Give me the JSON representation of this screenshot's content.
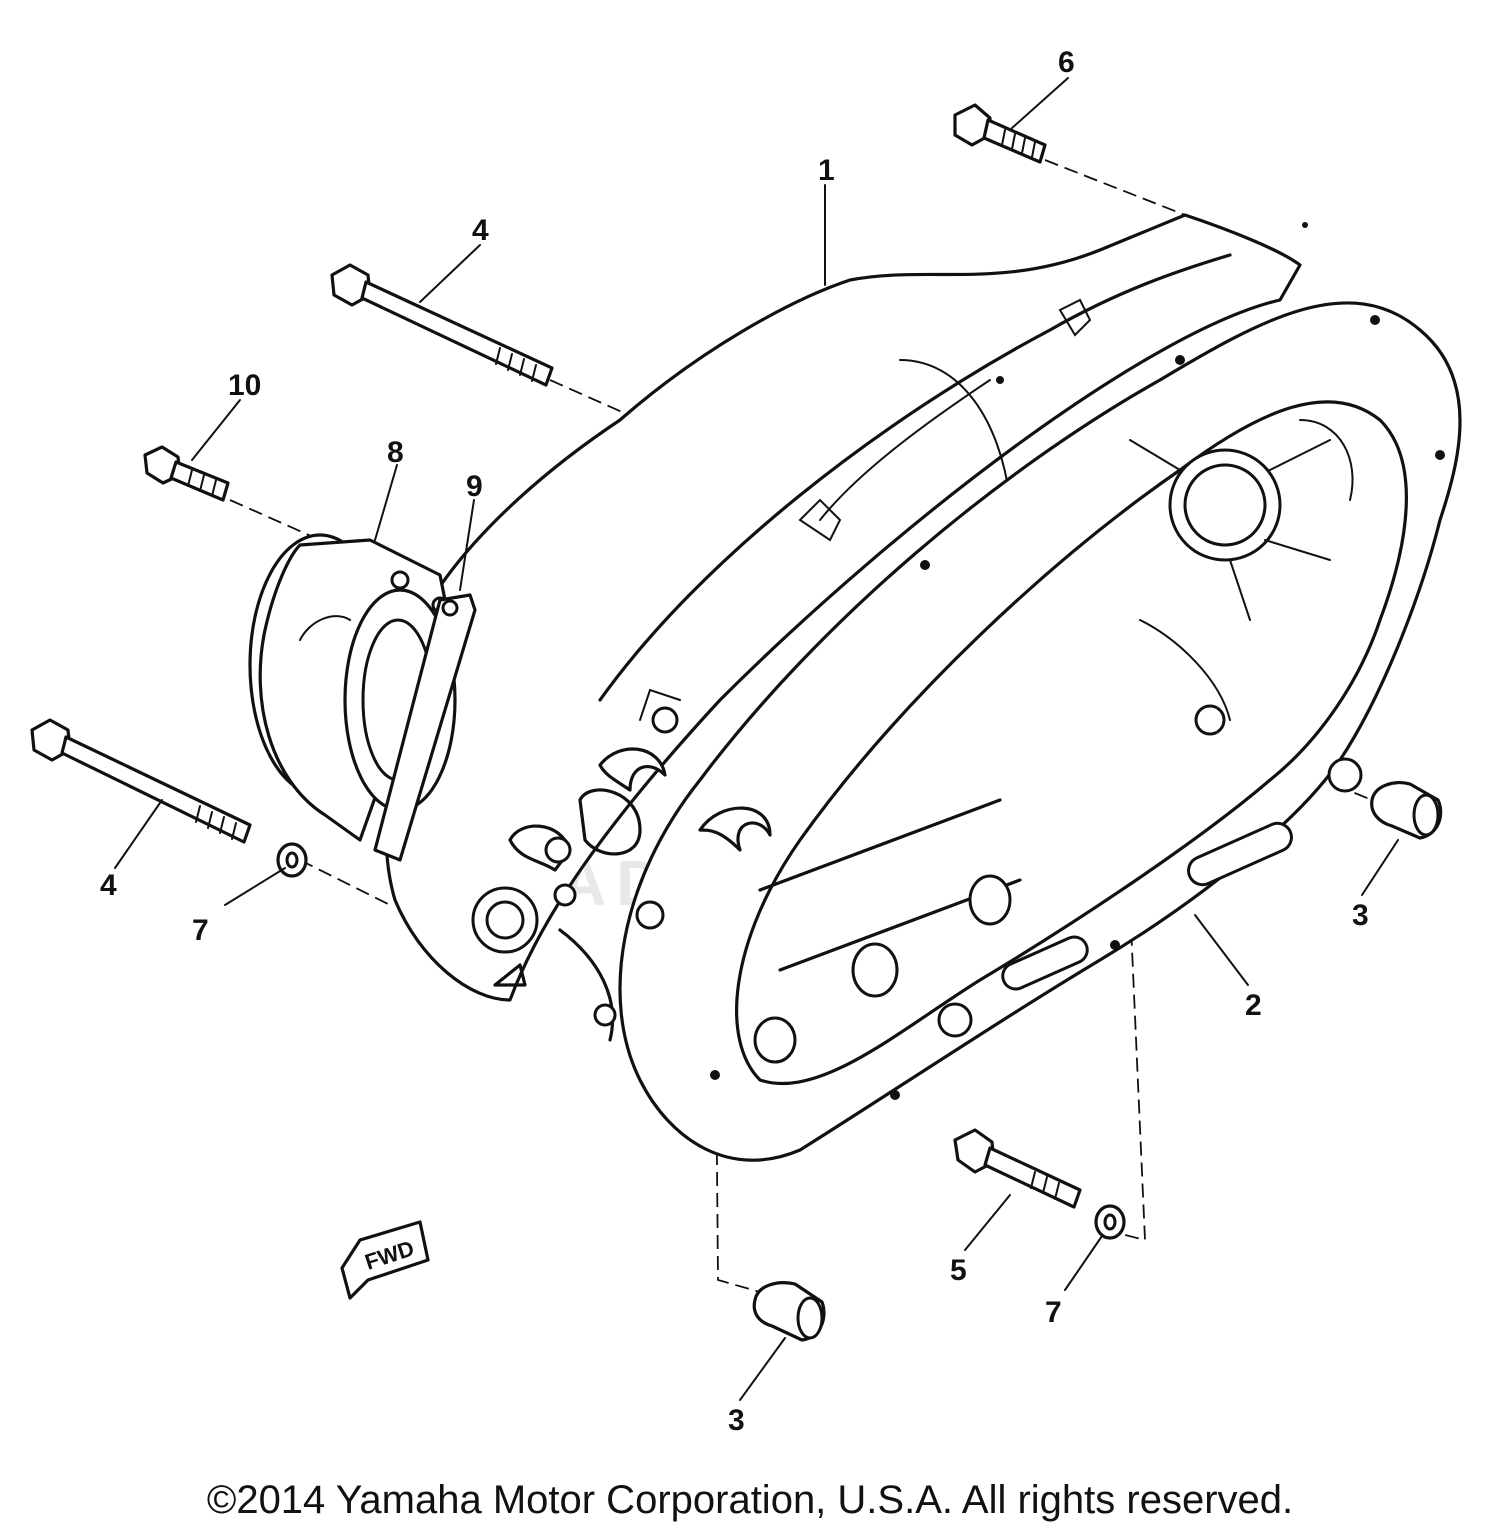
{
  "callouts": {
    "c1": "1",
    "c2": "2",
    "c3a": "3",
    "c3b": "3",
    "c4a": "4",
    "c4b": "4",
    "c5": "5",
    "c6": "6",
    "c7a": "7",
    "c7b": "7",
    "c8": "8",
    "c9": "9",
    "c10": "10"
  },
  "fwd_label": "FWD",
  "copyright": "©2014 Yamaha Motor Corporation, U.S.A. All rights reserved."
}
